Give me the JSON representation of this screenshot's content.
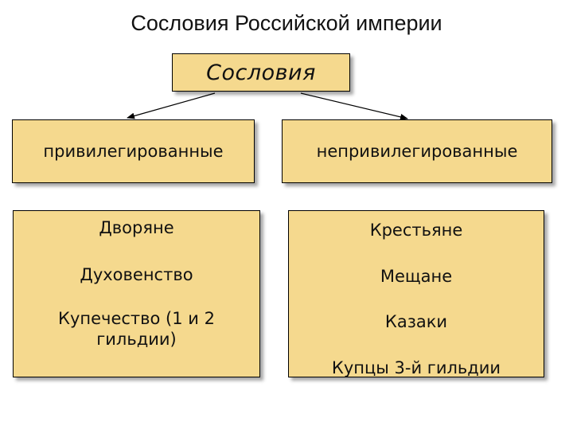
{
  "slide": {
    "title": "Сословия Российской империи"
  },
  "diagram": {
    "root": "Сословия",
    "categories": [
      {
        "label": "привилегированные",
        "items": [
          "Дворяне",
          "Духовенство",
          "Купечество (1 и 2 гильдии)"
        ]
      },
      {
        "label": "непривилегированные",
        "items": [
          "Крестьяне",
          "Мещане",
          "Казаки",
          "Купцы 3-й гильдии"
        ]
      }
    ]
  },
  "colors": {
    "box_fill": "#f5d98e",
    "border": "#000000"
  }
}
